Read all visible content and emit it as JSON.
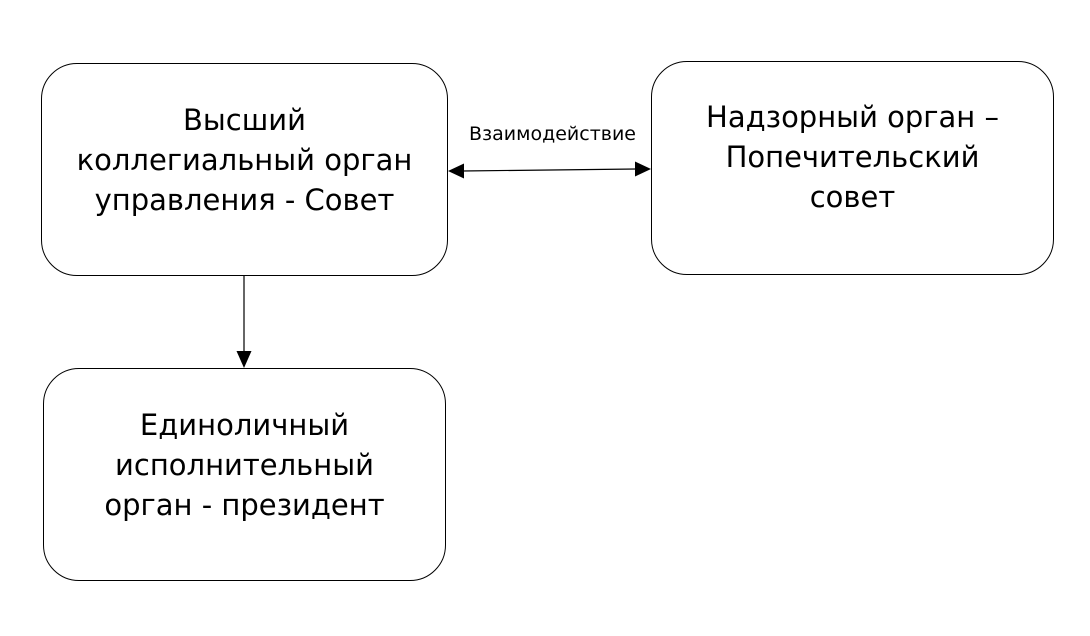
{
  "nodes": {
    "council": "Высший\nколлегиальный орган\nуправления - Совет",
    "supervisory": "Надзорный орган –\nПопечительский\nсовет",
    "president": "Единоличный\nисполнительный\nорган - президент"
  },
  "edges": {
    "interaction_label": "Взаимодействие"
  }
}
